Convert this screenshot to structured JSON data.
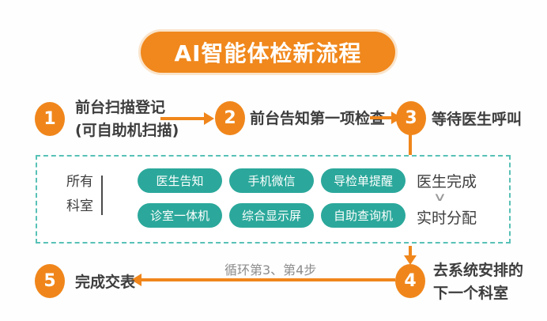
{
  "title": "AI智能体检新流程",
  "colors": {
    "accent_orange": "#F0861B",
    "title_orange": "#F0881D",
    "chip_teal": "#2BA89B",
    "panel_border_teal": "#58C1B6",
    "text_dark": "#3D3D3D",
    "text_gray": "#8C8C8C"
  },
  "steps": [
    {
      "num": "1",
      "line1": "前台扫描登记",
      "line2": "(可自助机扫描)"
    },
    {
      "num": "2",
      "line1": "前台告知第一项检查"
    },
    {
      "num": "3",
      "line1": "等待医生呼叫"
    },
    {
      "num": "4",
      "line1": "去系统安排的",
      "line2": "下一个科室"
    },
    {
      "num": "5",
      "line1": "完成交表"
    }
  ],
  "panel": {
    "side_label_line1": "所有",
    "side_label_line2": "科室",
    "buttons_row1": [
      "医生告知",
      "手机微信",
      "导检单提醒"
    ],
    "buttons_row2": [
      "诊室一体机",
      "综合显示屏",
      "自助查询机"
    ],
    "right_text_top": "医生完成",
    "chevron_glyph": "∨",
    "right_text_bottom": "实时分配"
  },
  "loop_note": "循环第3、第4步"
}
